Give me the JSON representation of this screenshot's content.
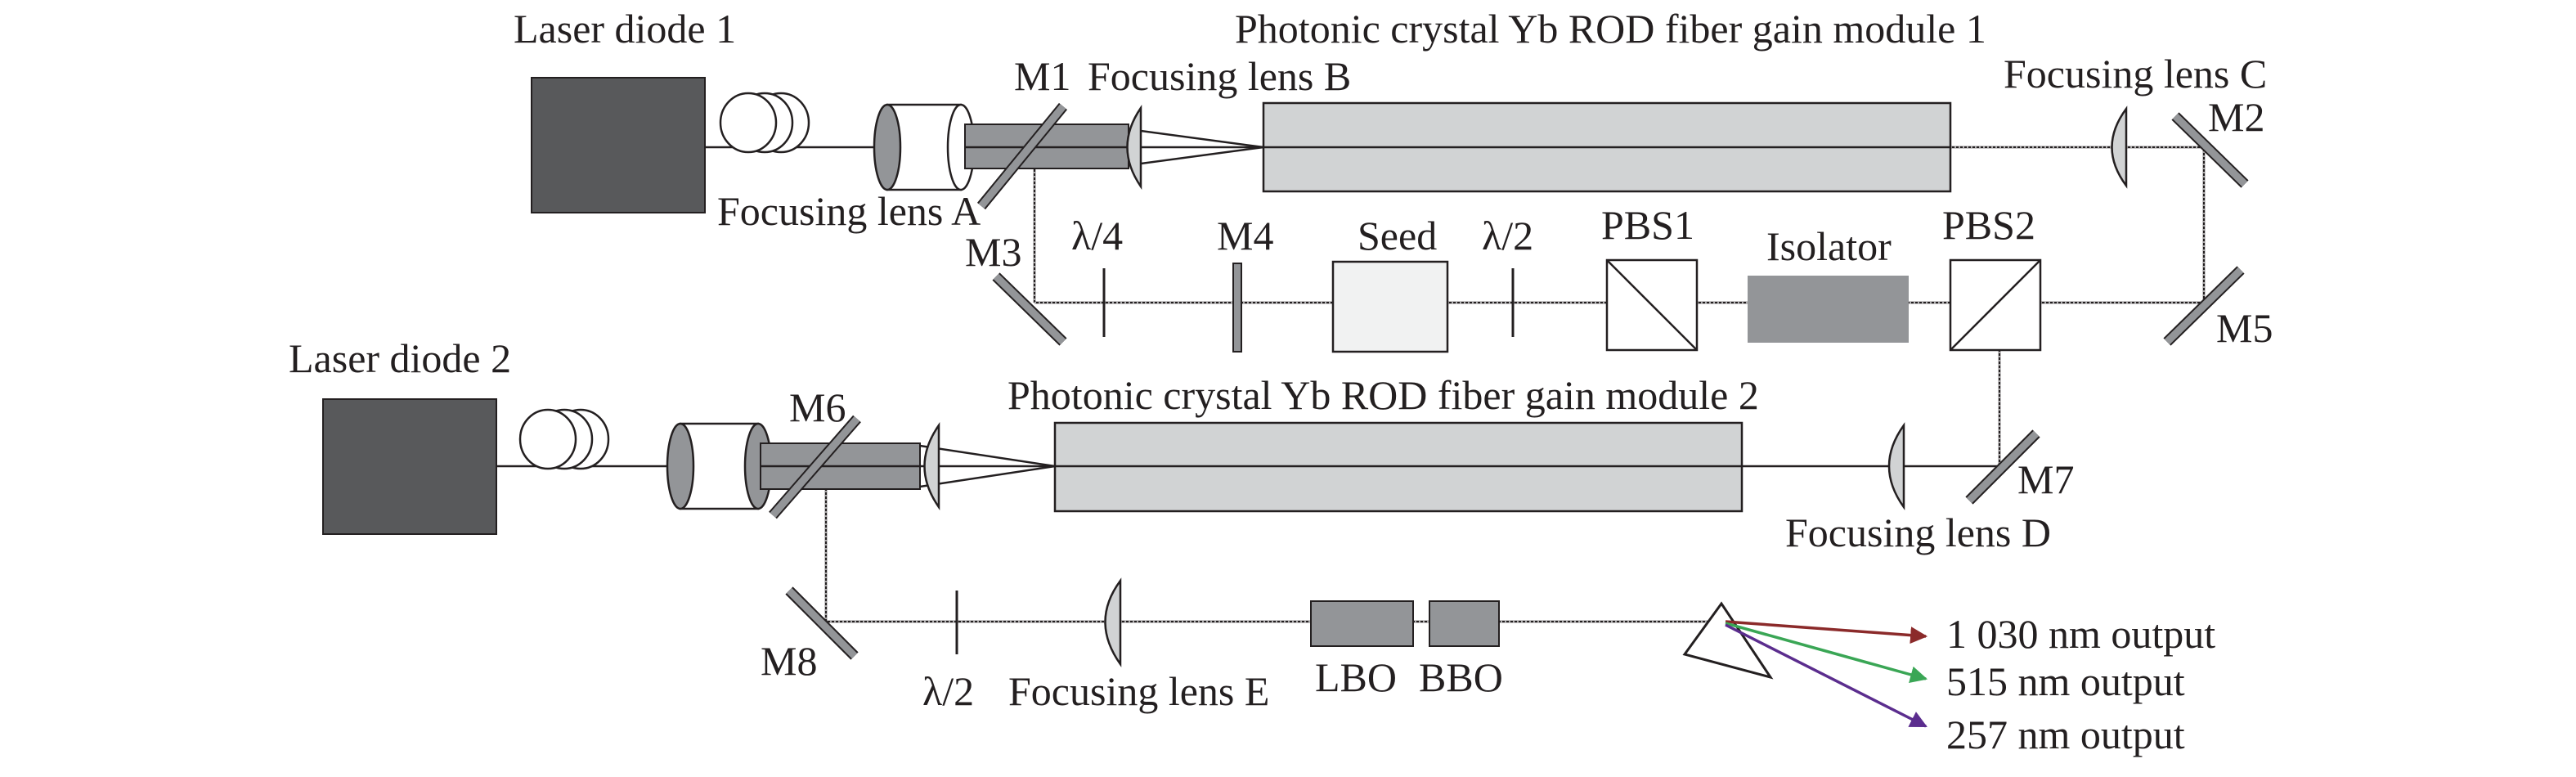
{
  "labels": {
    "laser_diode_1": "Laser diode 1",
    "laser_diode_2": "Laser diode 2",
    "module_1": "Photonic crystal Yb ROD fiber gain module 1",
    "module_2": "Photonic crystal Yb ROD fiber gain module 2",
    "lens_a": "Focusing lens A",
    "lens_b": "Focusing lens B",
    "lens_c": "Focusing lens C",
    "lens_d": "Focusing lens D",
    "lens_e": "Focusing lens E",
    "m1": "M1",
    "m2": "M2",
    "m3": "M3",
    "m4": "M4",
    "m5": "M5",
    "m6": "M6",
    "m7": "M7",
    "m8": "M8",
    "qwp": "λ/4",
    "hwp_1": "λ/2",
    "hwp_2": "λ/2",
    "seed": "Seed",
    "pbs1": "PBS1",
    "pbs2": "PBS2",
    "isolator": "Isolator",
    "lbo": "LBO",
    "bbo": "BBO",
    "out_1030": "1 030 nm output",
    "out_515": "515 nm output",
    "out_257": "257 nm output"
  },
  "colors": {
    "diode": "#58595b",
    "fiber_module": "#d1d3d4",
    "fiber_sleeve": "#939598",
    "crystal": "#939598",
    "seed_box": "#f1f2f2",
    "line": "#231f20",
    "beam_1030": "#8b2a2a",
    "beam_515": "#3aa655",
    "beam_257": "#5b2d8e"
  }
}
